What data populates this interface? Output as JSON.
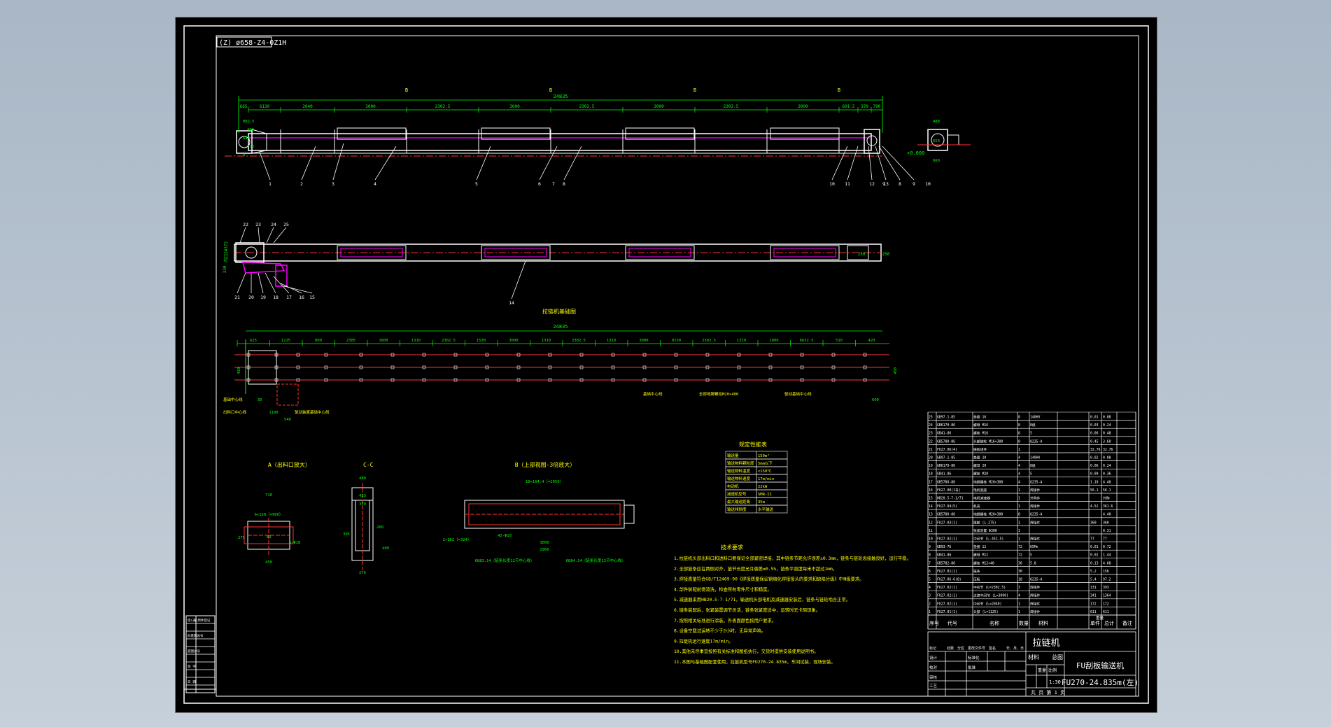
{
  "drawing": {
    "stamp_top_left": "(Z) ø658-Z4-0Z1H",
    "sections": {
      "layout_title": "拉链机基础图",
      "view_a": "A（出料口放大）",
      "view_cc": "C-C",
      "view_b": "B（上部视图-3倍放大）",
      "perf_title": "规定性能表",
      "tech_title": "技术要求"
    },
    "top_dims": {
      "total": "24835",
      "segments": [
        "665",
        "6130",
        "2040",
        "3000",
        "2302.5",
        "3000",
        "2302.5",
        "3000",
        "2302.5",
        "3000",
        "601.5",
        "370",
        "790"
      ],
      "section_marks": [
        "B",
        "B",
        "B",
        "B"
      ],
      "left_dims": [
        "802.5",
        "490",
        "640",
        "710",
        "4"
      ],
      "right_dims": [
        "488",
        "650",
        "660"
      ],
      "level": "+0.000"
    },
    "balloons_top": [
      "1",
      "2",
      "3",
      "4",
      "5",
      "6",
      "7",
      "8",
      "9",
      "10",
      "11",
      "12",
      "13",
      "8",
      "9",
      "10"
    ],
    "balloons_plan": [
      "22",
      "23",
      "24",
      "25",
      "21",
      "20",
      "19",
      "18",
      "17",
      "16",
      "15",
      "14"
    ],
    "plan_dims": [
      "330",
      "内口24372",
      "250",
      "250"
    ],
    "found_dims": {
      "total": "24835",
      "segments": [
        "625",
        "1225",
        "800",
        "2305",
        "1800",
        "1310",
        "2302.5",
        "1530",
        "3000",
        "1310",
        "2302.5",
        "1310",
        "3000",
        "8150",
        "2302.5",
        "1310",
        "1800",
        "6632.5",
        "510",
        "420"
      ],
      "bottom": [
        "30",
        "1190",
        "540",
        "600"
      ],
      "left": [
        "450"
      ],
      "right": [
        "450"
      ]
    },
    "found_notes": [
      "基础中心线",
      "出料口中心线",
      "驱动装置基础中心线",
      "基础中心线",
      "全部地脚螺栓M20×400",
      "驱动基础中心线"
    ],
    "view_a_dims": [
      "710",
      "6×150（=900）",
      "275",
      "83",
      "8-Φ18",
      "450"
    ],
    "view_cc_dims": [
      "480",
      "433",
      "370",
      "260",
      "400",
      "276",
      "395"
    ],
    "view_b_dims": [
      "18×164.4（=2959）",
      "2×162（=324）",
      "42-Φ18",
      "3000",
      "2960",
      "6883.14（链条长度12节中心线）",
      "6884.14（链条长度13节中心线）"
    ],
    "perf_rows": [
      [
        "输送量",
        "150m³"
      ],
      [
        "输送物料颗粒度",
        "5mm以下"
      ],
      [
        "输送物料温度",
        "<150℃"
      ],
      [
        "输送物料速度",
        "17m/min"
      ],
      [
        "电动机",
        "22kW"
      ],
      [
        "减速机型号",
        "SMR-II"
      ],
      [
        "最大输送距离",
        "35m"
      ],
      [
        "输送倾斜度",
        "水平输送"
      ]
    ],
    "tech_notes": [
      "1.拉链机头部出料口和进料口要保证全部紧密焊接，其中链条节距允许误差±0.3mm，链条与链轮齿接触良好，运行平稳。",
      "2.全部链条应在两侧对齐，链节长度允许偏差≤0.5%，链条平直度每米不超过1mm。",
      "3.焊接质量符合GB/T12469-90《焊接质量保证钢熔化焊接接头的要求和缺陷分级》中Ⅲ级要求。",
      "4.部件装配前需清洗，检查所有零件尺寸和精度。",
      "5.减速器采用HB20.5-7-1/71，输送机头部电机及减速器安装后，链条与链轮啮合正常。",
      "6.链条装配后，张紧装置调节灵活，链条张紧度适中，运转时无卡阻现象。",
      "7.按照相关标准进行涂装，外表面颜色按用户要求。",
      "8.设备空载试运转不少于2小时，无异常声响。",
      "9.拉链机运行速度17m/min。",
      "10.其他未尽事宜按照有关标准和图纸执行，交货时提供安装使用说明书。",
      "11.本图与基础图配套使用，拉链机型号FU270-24.835m，车间试装，现场安装。"
    ],
    "bom_rows": [
      [
        "25",
        "GB97.1-85",
        "垫圈 16",
        "8",
        "140HV",
        "",
        "0.01",
        "0.08"
      ],
      [
        "24",
        "GB6170-86",
        "螺母 M16",
        "8",
        "8级",
        "",
        "0.03",
        "0.24"
      ],
      [
        "23",
        "GB41-86",
        "螺栓 M16",
        "8",
        "5",
        "",
        "0.06",
        "0.48"
      ],
      [
        "22",
        "GB5780-86",
        "头部链轮 M16×300",
        "8",
        "Q235-A",
        "",
        "0.45",
        "3.60"
      ],
      [
        "21",
        "FU27.06(4)",
        "链板组件",
        "1",
        "",
        "",
        "32.76",
        "32.76"
      ],
      [
        "20",
        "GB97.1-85",
        "垫圈 20",
        "4",
        "140HV",
        "",
        "0.02",
        "0.08"
      ],
      [
        "19",
        "GB6170-86",
        "螺母 20",
        "4",
        "8级",
        "",
        "0.06",
        "0.24"
      ],
      [
        "18",
        "GB41-86",
        "螺栓 M20",
        "4",
        "5",
        "",
        "0.09",
        "0.36"
      ],
      [
        "17",
        "GB5780-86",
        "地脚螺栓 M20×300",
        "4",
        "Q235-A",
        "",
        "1.10",
        "4.40"
      ],
      [
        "16",
        "FU27.00(1号)",
        "电机底座",
        "1",
        "焊接件",
        "",
        "56.1",
        "56.1"
      ],
      [
        "15",
        "HB20.5-7-1/71",
        "电机减速器",
        "1",
        "外购件",
        "",
        "",
        "外购"
      ],
      [
        "14",
        "FU27.04(5)",
        "机壳",
        "1",
        "焊接件",
        "",
        "4.52",
        "361.6"
      ],
      [
        "13",
        "GB5780-86",
        "地脚螺栓 M20×300",
        "8",
        "Q235-A",
        "",
        "",
        "4.40"
      ],
      [
        "12",
        "FU27.03(1)",
        "尾部 (L-275)",
        "1",
        "焊接件",
        "",
        "360",
        "360"
      ],
      [
        "11",
        "",
        "张紧装置 Φ300",
        "1",
        "",
        "",
        "",
        "0.31"
      ],
      [
        "10",
        "FU27.02(1)",
        "中间节 (L-451.5)",
        "1",
        "焊接件",
        "",
        "77",
        "77"
      ],
      [
        "9",
        "GB93-76",
        "垫圈 12",
        "72",
        "65Mn",
        "",
        "0.01",
        "0.72"
      ],
      [
        "8",
        "GB41-86",
        "螺母 M12",
        "72",
        "5",
        "",
        "0.02",
        "1.44"
      ],
      [
        "7",
        "GB5782-86",
        "螺栓 M12×40",
        "36",
        "5.8",
        "",
        "0.13",
        "4.68"
      ],
      [
        "6",
        "FU27.01(1)",
        "链条",
        "30",
        "",
        "",
        "5.2",
        "156"
      ],
      [
        "5",
        "FU27.06-6(8)",
        "压板",
        "18",
        "Q235-A",
        "",
        "5.4",
        "97.2"
      ],
      [
        "4",
        "FU27.02(1)",
        "中间节 (L=2302.5)",
        "3",
        "焊接件",
        "",
        "131",
        "393"
      ],
      [
        "3",
        "FU27.02(1)",
        "过渡中间节 (L=3000)",
        "4",
        "焊接件",
        "",
        "341",
        "1364"
      ],
      [
        "2",
        "FU27.02(1)",
        "中间节 (L=2040)",
        "1",
        "焊接件",
        "",
        "172",
        "172"
      ],
      [
        "1",
        "FU27.01(1)",
        "头部 (L=1125)",
        "1",
        "焊接件",
        "",
        "611",
        "611"
      ]
    ],
    "bom_header": [
      "序号",
      "代号",
      "名称",
      "数量",
      "材料",
      "单件",
      "总计",
      "备注"
    ],
    "bom_weight": "重量",
    "title_block": {
      "company": "拉链机",
      "material": "材料",
      "stage": "总图",
      "drawing_title": "FU刮板输送机",
      "drawing_no": "FU270-24.835m(左)",
      "scale_label": "比例",
      "scale": "1:30",
      "weight_label": "重量",
      "sheet": "共 页 第 1 页",
      "sign_labels": [
        "标记",
        "处数",
        "分区",
        "更改文件号",
        "签名",
        "年、月、日"
      ],
      "role_labels": [
        "设计",
        "校对",
        "审核",
        "工艺",
        "标准化",
        "批准"
      ]
    },
    "left_strip": [
      "借(通)用件登记",
      "",
      "旧底图总号",
      "",
      "底图总号",
      "",
      "签 字",
      "",
      "日 期",
      ""
    ]
  },
  "colors": {
    "background": "#000000",
    "lines": "#ffffff",
    "dims": "#00ff00",
    "centerlines": "#ff3333",
    "highlight": "#ff00ff",
    "text": "#ffff00"
  }
}
